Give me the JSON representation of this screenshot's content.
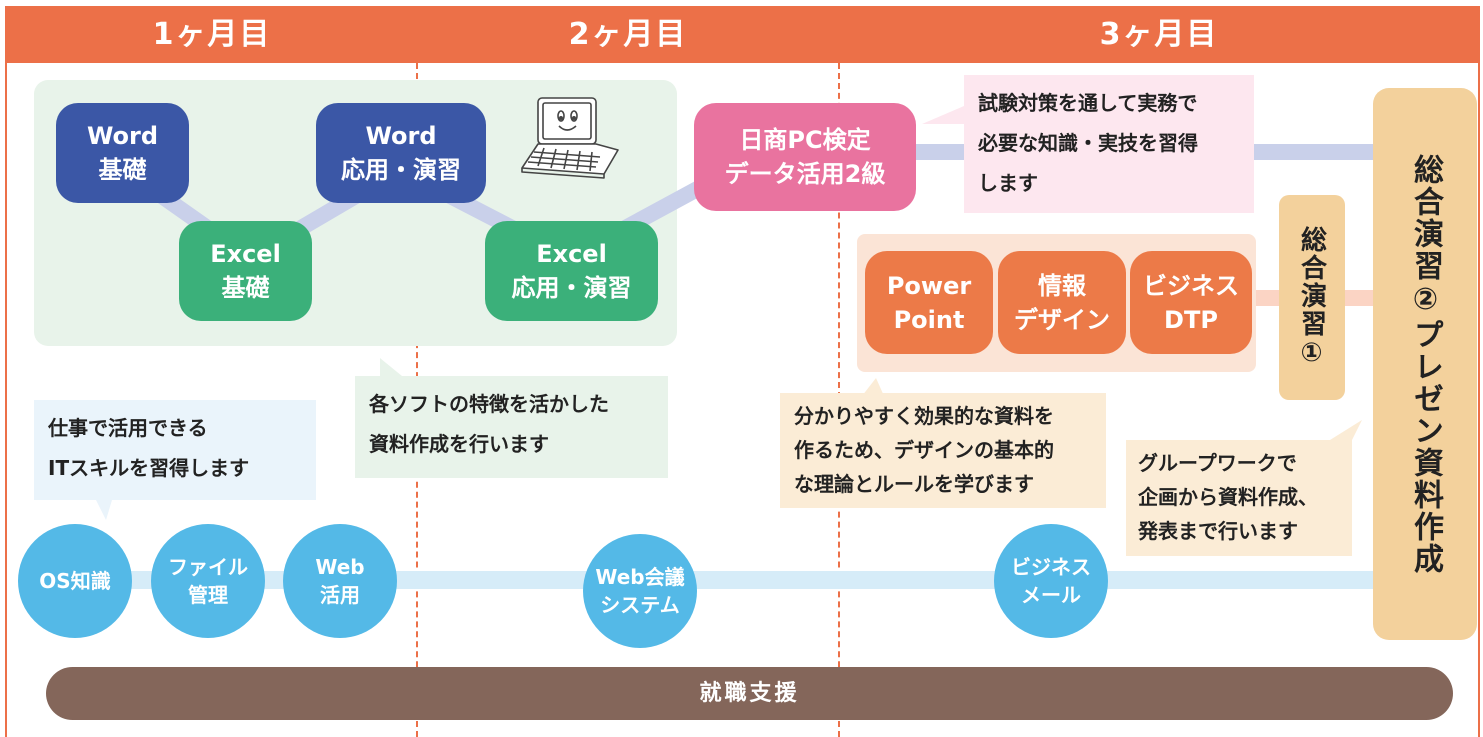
{
  "header": {
    "month1": "1ヶ月目",
    "month2": "2ヶ月目",
    "month3": "3ヶ月目"
  },
  "steps": {
    "word_basic": [
      "Word",
      "基礎"
    ],
    "excel_basic": [
      "Excel",
      "基礎"
    ],
    "word_applied": [
      "Word",
      "応用・演習"
    ],
    "excel_applied": [
      "Excel",
      "応用・演習"
    ],
    "pc_exam": [
      "日商PC検定",
      "データ活用2級"
    ],
    "powerpoint": [
      "Power",
      "Point"
    ],
    "info_design": [
      "情報",
      "デザイン"
    ],
    "business_dtp": [
      "ビジネス",
      "DTP"
    ]
  },
  "exercises": {
    "exercise1": "総合演習①",
    "exercise2": "総合演習②プレゼン資料作成"
  },
  "callouts": {
    "it_skills": [
      "仕事で活用できる",
      "ITスキルを習得します"
    ],
    "software": [
      "各ソフトの特徴を活かした",
      "資料作成を行います"
    ],
    "exam": [
      "試験対策を通して実務で",
      "必要な知識・実技を習得",
      "します"
    ],
    "design": [
      "分かりやすく効果的な資料を",
      "作るため、デザインの基本的",
      "な理論とルールを学びます"
    ],
    "group": [
      "グループワークで",
      "企画から資料作成、",
      "発表まで行います"
    ]
  },
  "circles": {
    "os": [
      "OS知識"
    ],
    "file": [
      "ファイル",
      "管理"
    ],
    "web": [
      "Web",
      "活用"
    ],
    "meeting": [
      "Web会議",
      "システム"
    ],
    "mail": [
      "ビジネス",
      "メール"
    ]
  },
  "support": "就職支援",
  "colors": {
    "header": "#ec7048",
    "word": "#3b57a6",
    "excel": "#3bb07a",
    "exam": "#e9739f",
    "design": "#ec7a48",
    "circle": "#54b9e7",
    "exercise": "#f3d19c",
    "support": "#84665a"
  },
  "icons": [
    "laptop-smile-icon"
  ]
}
